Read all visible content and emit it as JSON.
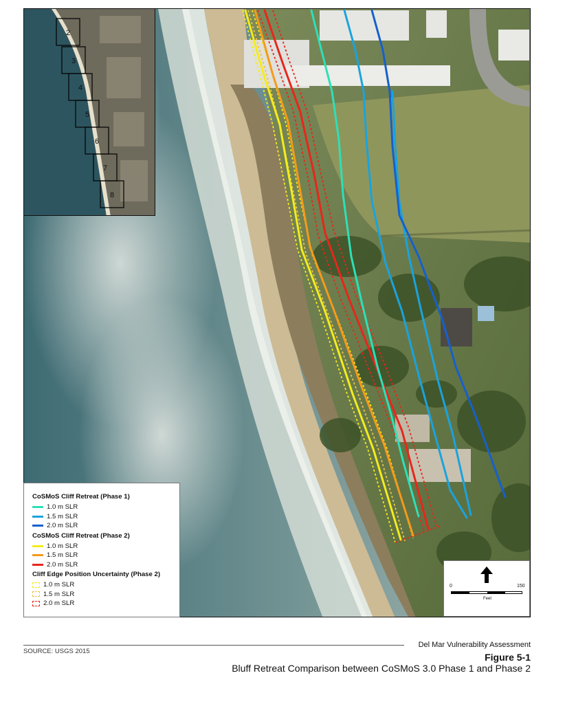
{
  "legend": {
    "phase1_title": "CoSMoS Cliff Retreat (Phase 1)",
    "phase1_items": [
      {
        "label": "1.0 m SLR",
        "color": "#2de0b8"
      },
      {
        "label": "1.5 m SLR",
        "color": "#1aa3dd"
      },
      {
        "label": "2.0 m SLR",
        "color": "#1560cc"
      }
    ],
    "phase2_title": "CoSMoS Cliff Retreat (Phase 2)",
    "phase2_items": [
      {
        "label": "1.0 m SLR",
        "color": "#f4ec1e"
      },
      {
        "label": "1.5 m SLR",
        "color": "#f59a1b"
      },
      {
        "label": "2.0 m SLR",
        "color": "#e8261c"
      }
    ],
    "uncertainty_title": "Cliff Edge Position Uncertainty (Phase 2)",
    "uncertainty_items": [
      {
        "label": "1.0 m SLR",
        "color": "#f4ec1e"
      },
      {
        "label": "1.5 m SLR",
        "color": "#f0c24a"
      },
      {
        "label": "2.0 m SLR",
        "color": "#e8261c"
      }
    ]
  },
  "scale": {
    "min_label": "0",
    "max_label": "150",
    "unit": "Feet"
  },
  "inset": {
    "tiles": [
      "2",
      "3",
      "4",
      "5",
      "6",
      "7",
      "8"
    ]
  },
  "footer": {
    "source": "SOURCE: USGS 2015",
    "report_title": "Del Mar Vulnerability Assessment",
    "figure_number": "Figure 5-1",
    "caption": "Bluff Retreat Comparison between CoSMoS 3.0 Phase 1 and Phase 2"
  }
}
